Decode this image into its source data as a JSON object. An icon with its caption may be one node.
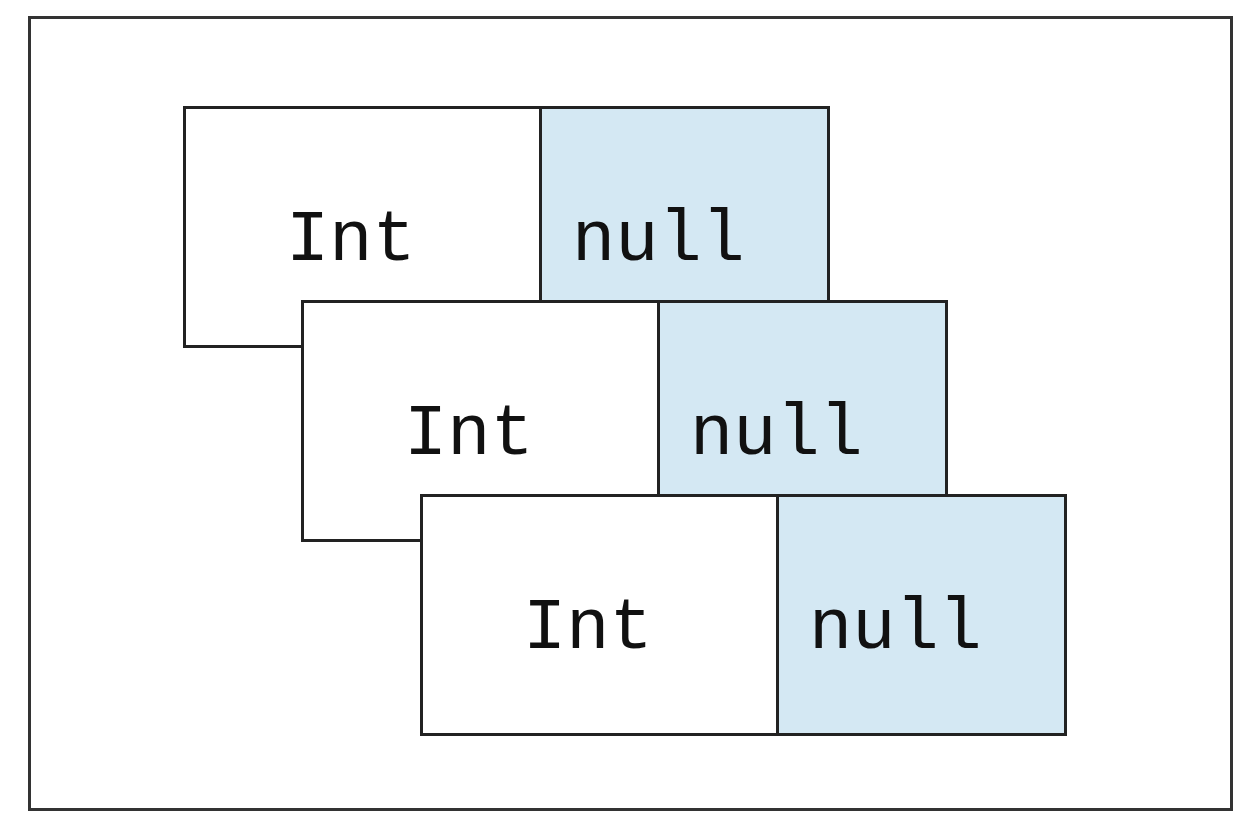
{
  "diagram": {
    "nodes": [
      {
        "text": [
          "Int",
          "null"
        ]
      },
      {
        "text": [
          "Int",
          "null"
        ]
      },
      {
        "text": [
          "Int",
          "null"
        ]
      }
    ]
  }
}
